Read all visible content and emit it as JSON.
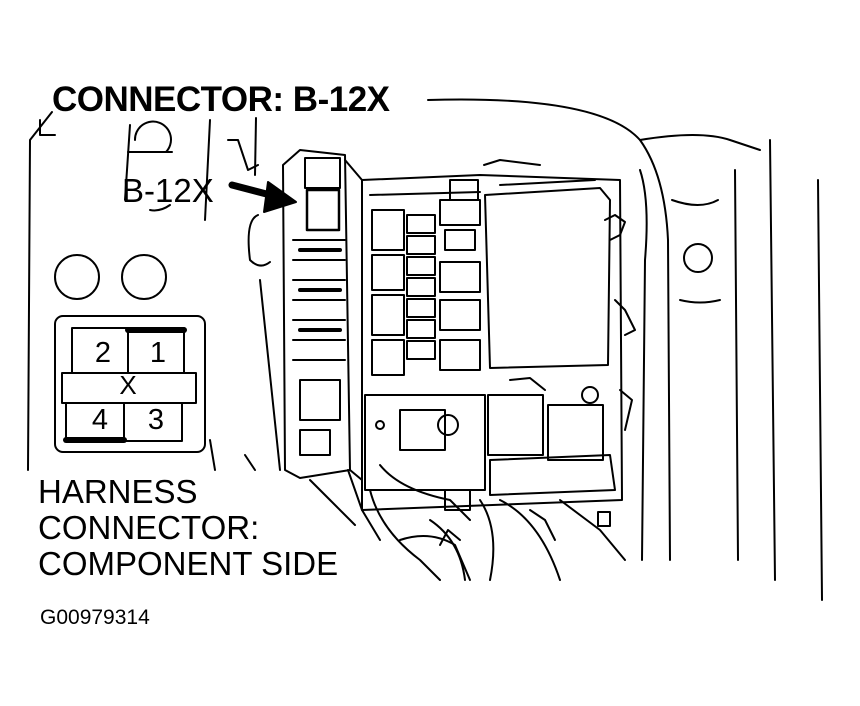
{
  "diagram": {
    "title": "CONNECTOR: B-12X",
    "callout_label": "B-12X",
    "harness_label_lines": [
      "HARNESS",
      "CONNECTOR:",
      "COMPONENT SIDE"
    ],
    "pins": {
      "pin1": "1",
      "pin2": "2",
      "pin3": "3",
      "pin4": "4",
      "unused": "X"
    },
    "figure_id": "G00979314"
  }
}
